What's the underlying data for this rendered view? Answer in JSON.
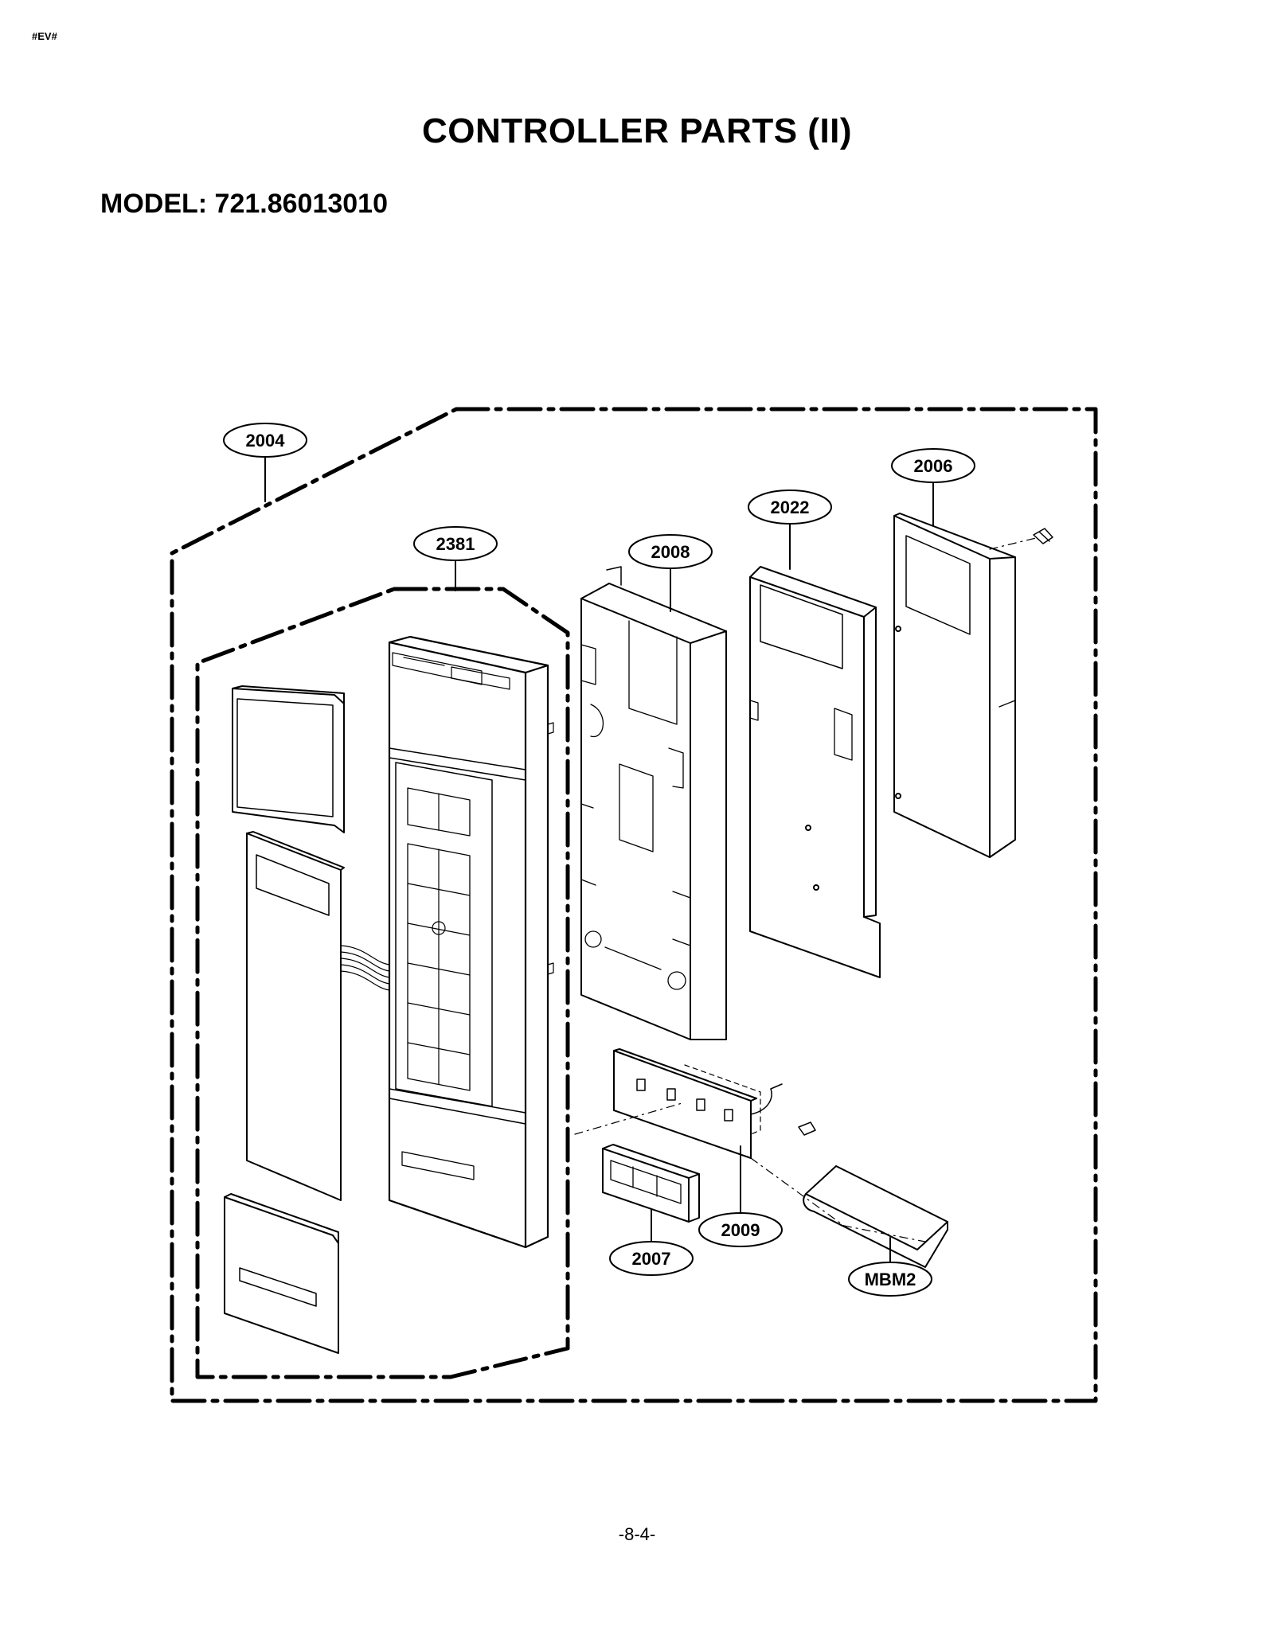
{
  "header": {
    "doc_code": "#EV#",
    "title": "CONTROLLER PARTS (II)",
    "model": "MODEL: 721.86013010"
  },
  "callouts": {
    "p2004": "2004",
    "p2006": "2006",
    "p2022": "2022",
    "p2381": "2381",
    "p2008": "2008",
    "p2009": "2009",
    "p2007": "2007",
    "mbm2": "MBM2"
  },
  "footer": {
    "page_number": "-8-4-"
  }
}
